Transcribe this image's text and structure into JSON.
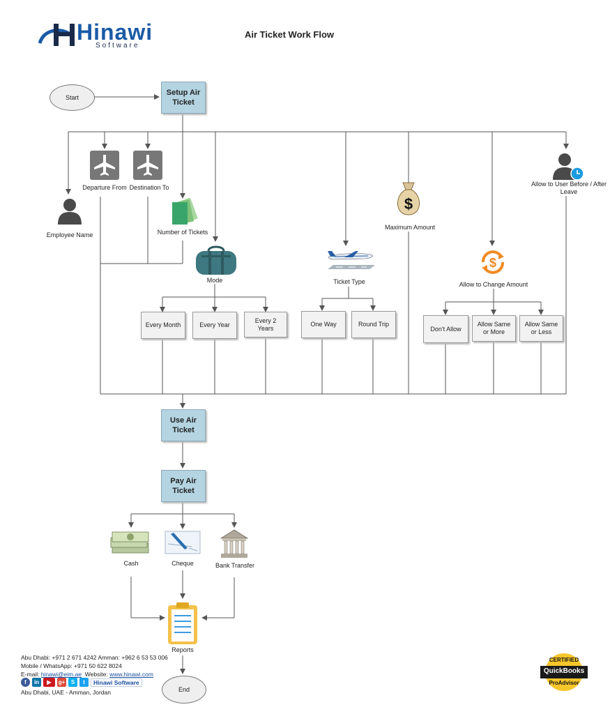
{
  "header": {
    "logo_text": "Hinawi",
    "logo_sub": "Software",
    "title": "Air Ticket Work Flow"
  },
  "nodes": {
    "start": "Start",
    "setup": "Setup Air Ticket",
    "employee": "Employee Name",
    "departure": "Departure From",
    "destination": "Destination To",
    "num_tickets": "Number of Tickets",
    "mode": "Mode",
    "every_month": "Every Month",
    "every_year": "Every Year",
    "every_2_years": "Every 2 Years",
    "ticket_type": "Ticket Type",
    "one_way": "One Way",
    "round_trip": "Round Trip",
    "max_amount": "Maximum Amount",
    "allow_change": "Allow to Change Amount",
    "dont_allow": "Don't Allow",
    "same_or_more": "Allow Same or More",
    "same_or_less": "Allow Same or Less",
    "allow_user": "Allow to User Before / After Leave",
    "use": "Use Air Ticket",
    "pay": "Pay Air Ticket",
    "cash": "Cash",
    "cheque": "Cheque",
    "bank": "Bank Transfer",
    "reports": "Reports",
    "end": "End"
  },
  "contact": {
    "line1": "Abu Dhabi: +971 2 671 4242 Amman: +962 6 53 53 006",
    "line2": "Mobile / WhatsApp: +971 50 622 8024",
    "email_label": "E-mail: ",
    "email": "hinawi@eim.ae",
    "website_label": "Website: ",
    "website": "www.hinawi.com",
    "social_name": "Hinawi Software",
    "locations": "Abu Dhabi, UAE - Amman, Jordan"
  },
  "badge": {
    "line1": "CERTIFIED",
    "line2": "QuickBooks",
    "line3": "ProAdvisor"
  },
  "colors": {
    "process_fill": "#b4d4e2",
    "line": "#555555",
    "orange": "#f08a24",
    "dark_icon": "#4a4a4a"
  }
}
